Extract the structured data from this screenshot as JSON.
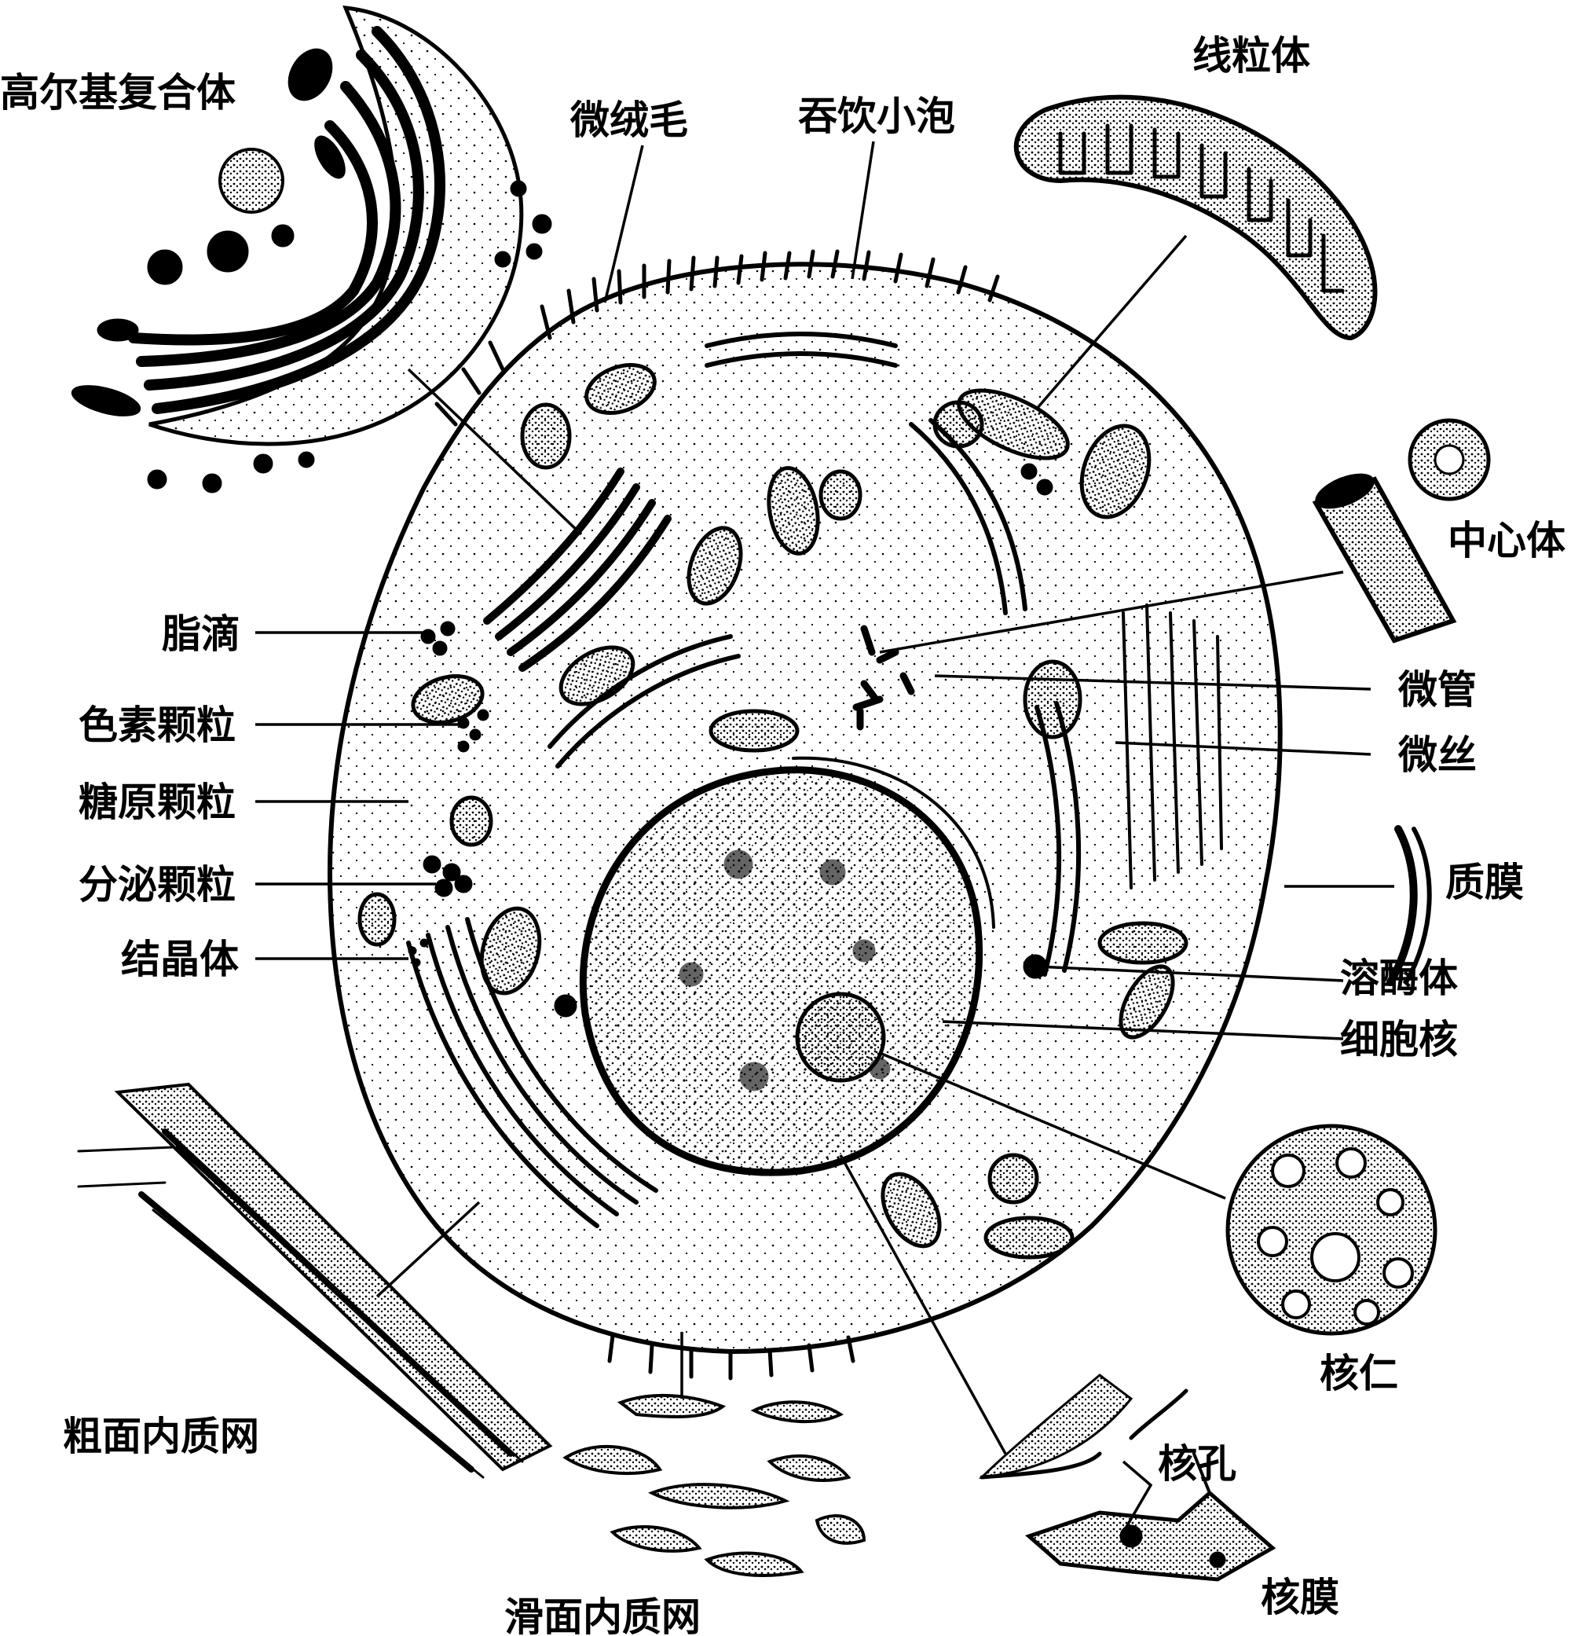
{
  "labels": {
    "golgi": "高尔基复合体",
    "microvilli": "微绒毛",
    "pinocytotic_vesicle": "吞饮小泡",
    "mitochondrion": "线粒体",
    "centrosome": "中心体",
    "lipid_droplet": "脂滴",
    "pigment_granule": "色素颗粒",
    "glycogen_granule": "糖原颗粒",
    "secretory_granule": "分泌颗粒",
    "crystalloid": "结晶体",
    "microtubule": "微管",
    "microfilament": "微丝",
    "plasma_membrane": "质膜",
    "lysosome": "溶酶体",
    "nucleus": "细胞核",
    "nucleolus": "核仁",
    "rough_er": "粗面内质网",
    "smooth_er": "滑面内质网",
    "nuclear_pore": "核孔",
    "nuclear_envelope": "核膜"
  }
}
